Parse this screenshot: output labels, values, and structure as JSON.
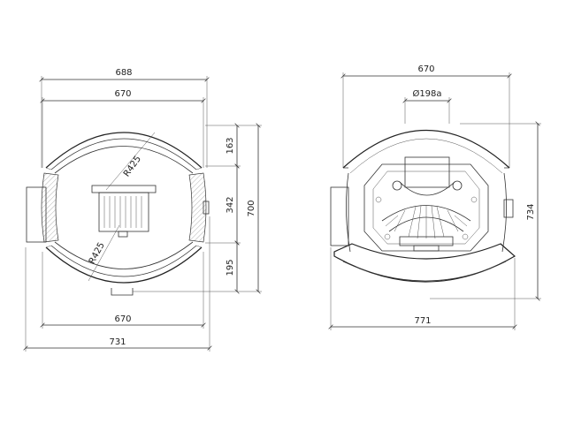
{
  "left_view": {
    "dims": {
      "top_outer": "688",
      "top_inner": "670",
      "bottom_inner": "670",
      "bottom_outer": "731",
      "right_upper": "163",
      "right_middle": "342",
      "right_lower": "195",
      "right_total": "700",
      "radius_upper": "R425",
      "radius_lower": "R425"
    }
  },
  "right_view": {
    "dims": {
      "top_width": "670",
      "flue_diameter": "Ø198a",
      "bottom_width": "771",
      "right_height": "734"
    }
  }
}
